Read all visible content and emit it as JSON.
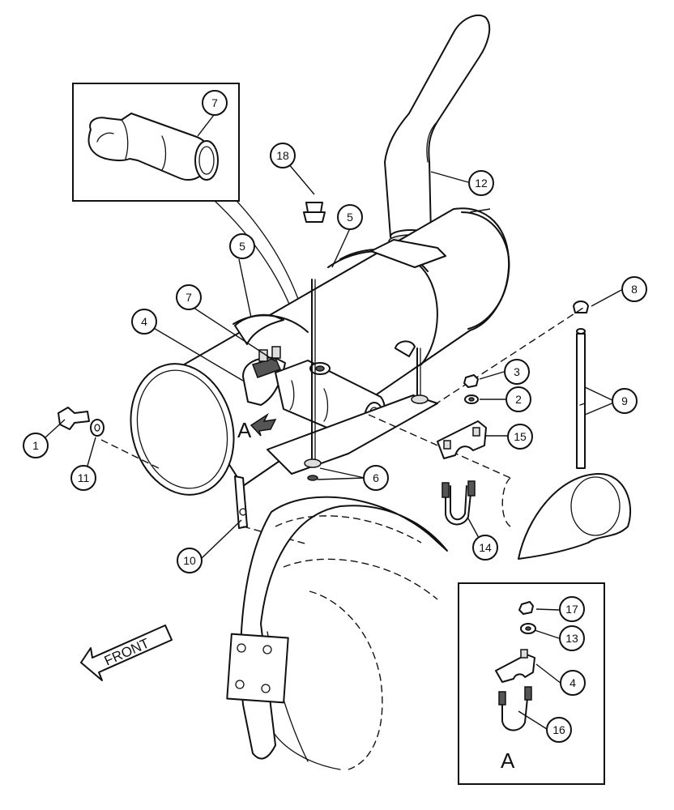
{
  "diagram": {
    "view_label_main": "A",
    "view_label_detail": "A",
    "direction_label": "FRONT",
    "callouts": [
      {
        "id": "c1",
        "text": "1"
      },
      {
        "id": "c2",
        "text": "2"
      },
      {
        "id": "c3",
        "text": "3"
      },
      {
        "id": "c4",
        "text": "4"
      },
      {
        "id": "c4b",
        "text": "4"
      },
      {
        "id": "c5a",
        "text": "5"
      },
      {
        "id": "c5b",
        "text": "5"
      },
      {
        "id": "c6",
        "text": "6"
      },
      {
        "id": "c7a",
        "text": "7"
      },
      {
        "id": "c7b",
        "text": "7"
      },
      {
        "id": "c8",
        "text": "8"
      },
      {
        "id": "c9",
        "text": "9"
      },
      {
        "id": "c10",
        "text": "10"
      },
      {
        "id": "c11",
        "text": "11"
      },
      {
        "id": "c12",
        "text": "12"
      },
      {
        "id": "c13",
        "text": "13"
      },
      {
        "id": "c14",
        "text": "14"
      },
      {
        "id": "c15",
        "text": "15"
      },
      {
        "id": "c16",
        "text": "16"
      },
      {
        "id": "c17",
        "text": "17"
      },
      {
        "id": "c18",
        "text": "18"
      }
    ]
  }
}
